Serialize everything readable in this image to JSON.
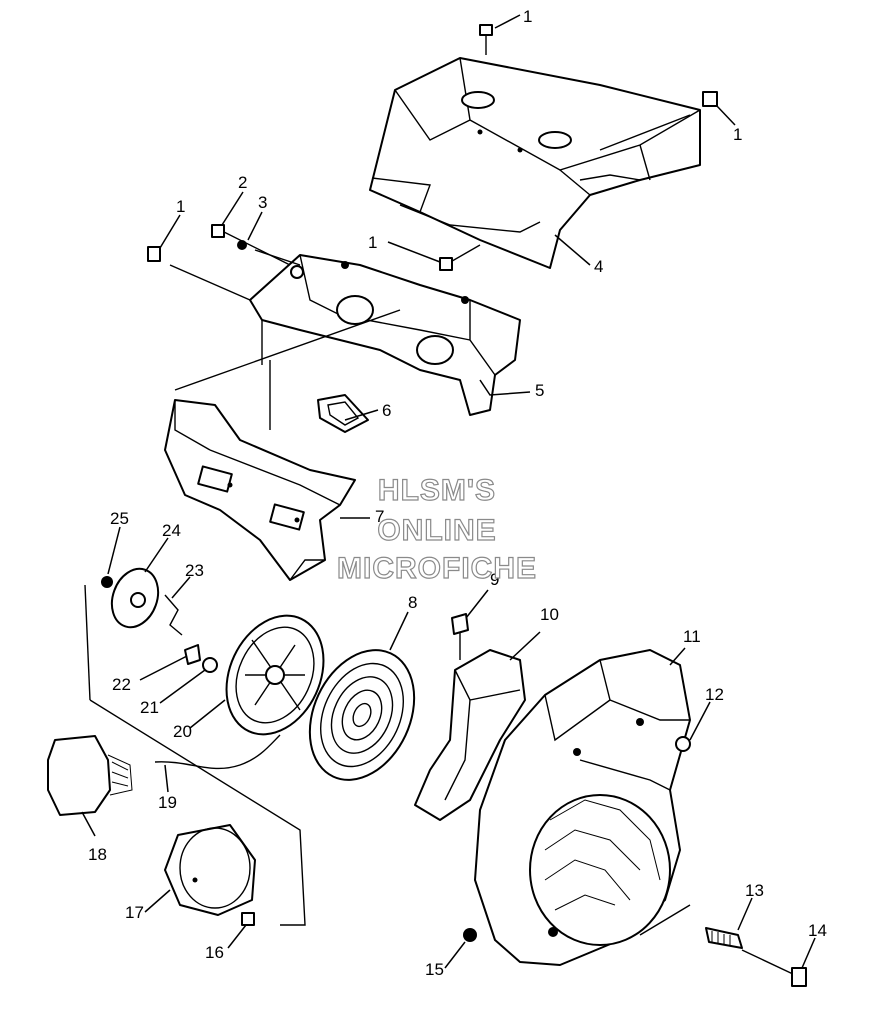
{
  "watermark": {
    "line1": "HLSM'S",
    "line2": "ONLINE",
    "line3": "MICROFICHE"
  },
  "callouts": {
    "c1a": "1",
    "c1b": "1",
    "c1c": "1",
    "c1d": "1",
    "c2": "2",
    "c3": "3",
    "c4": "4",
    "c5": "5",
    "c6": "6",
    "c7": "7",
    "c8": "8",
    "c9": "9",
    "c10": "10",
    "c11": "11",
    "c12": "12",
    "c13": "13",
    "c14": "14",
    "c15": "15",
    "c16": "16",
    "c17": "17",
    "c18": "18",
    "c19": "19",
    "c20": "20",
    "c21": "21",
    "c22": "22",
    "c23": "23",
    "c24": "24",
    "c25": "25"
  }
}
